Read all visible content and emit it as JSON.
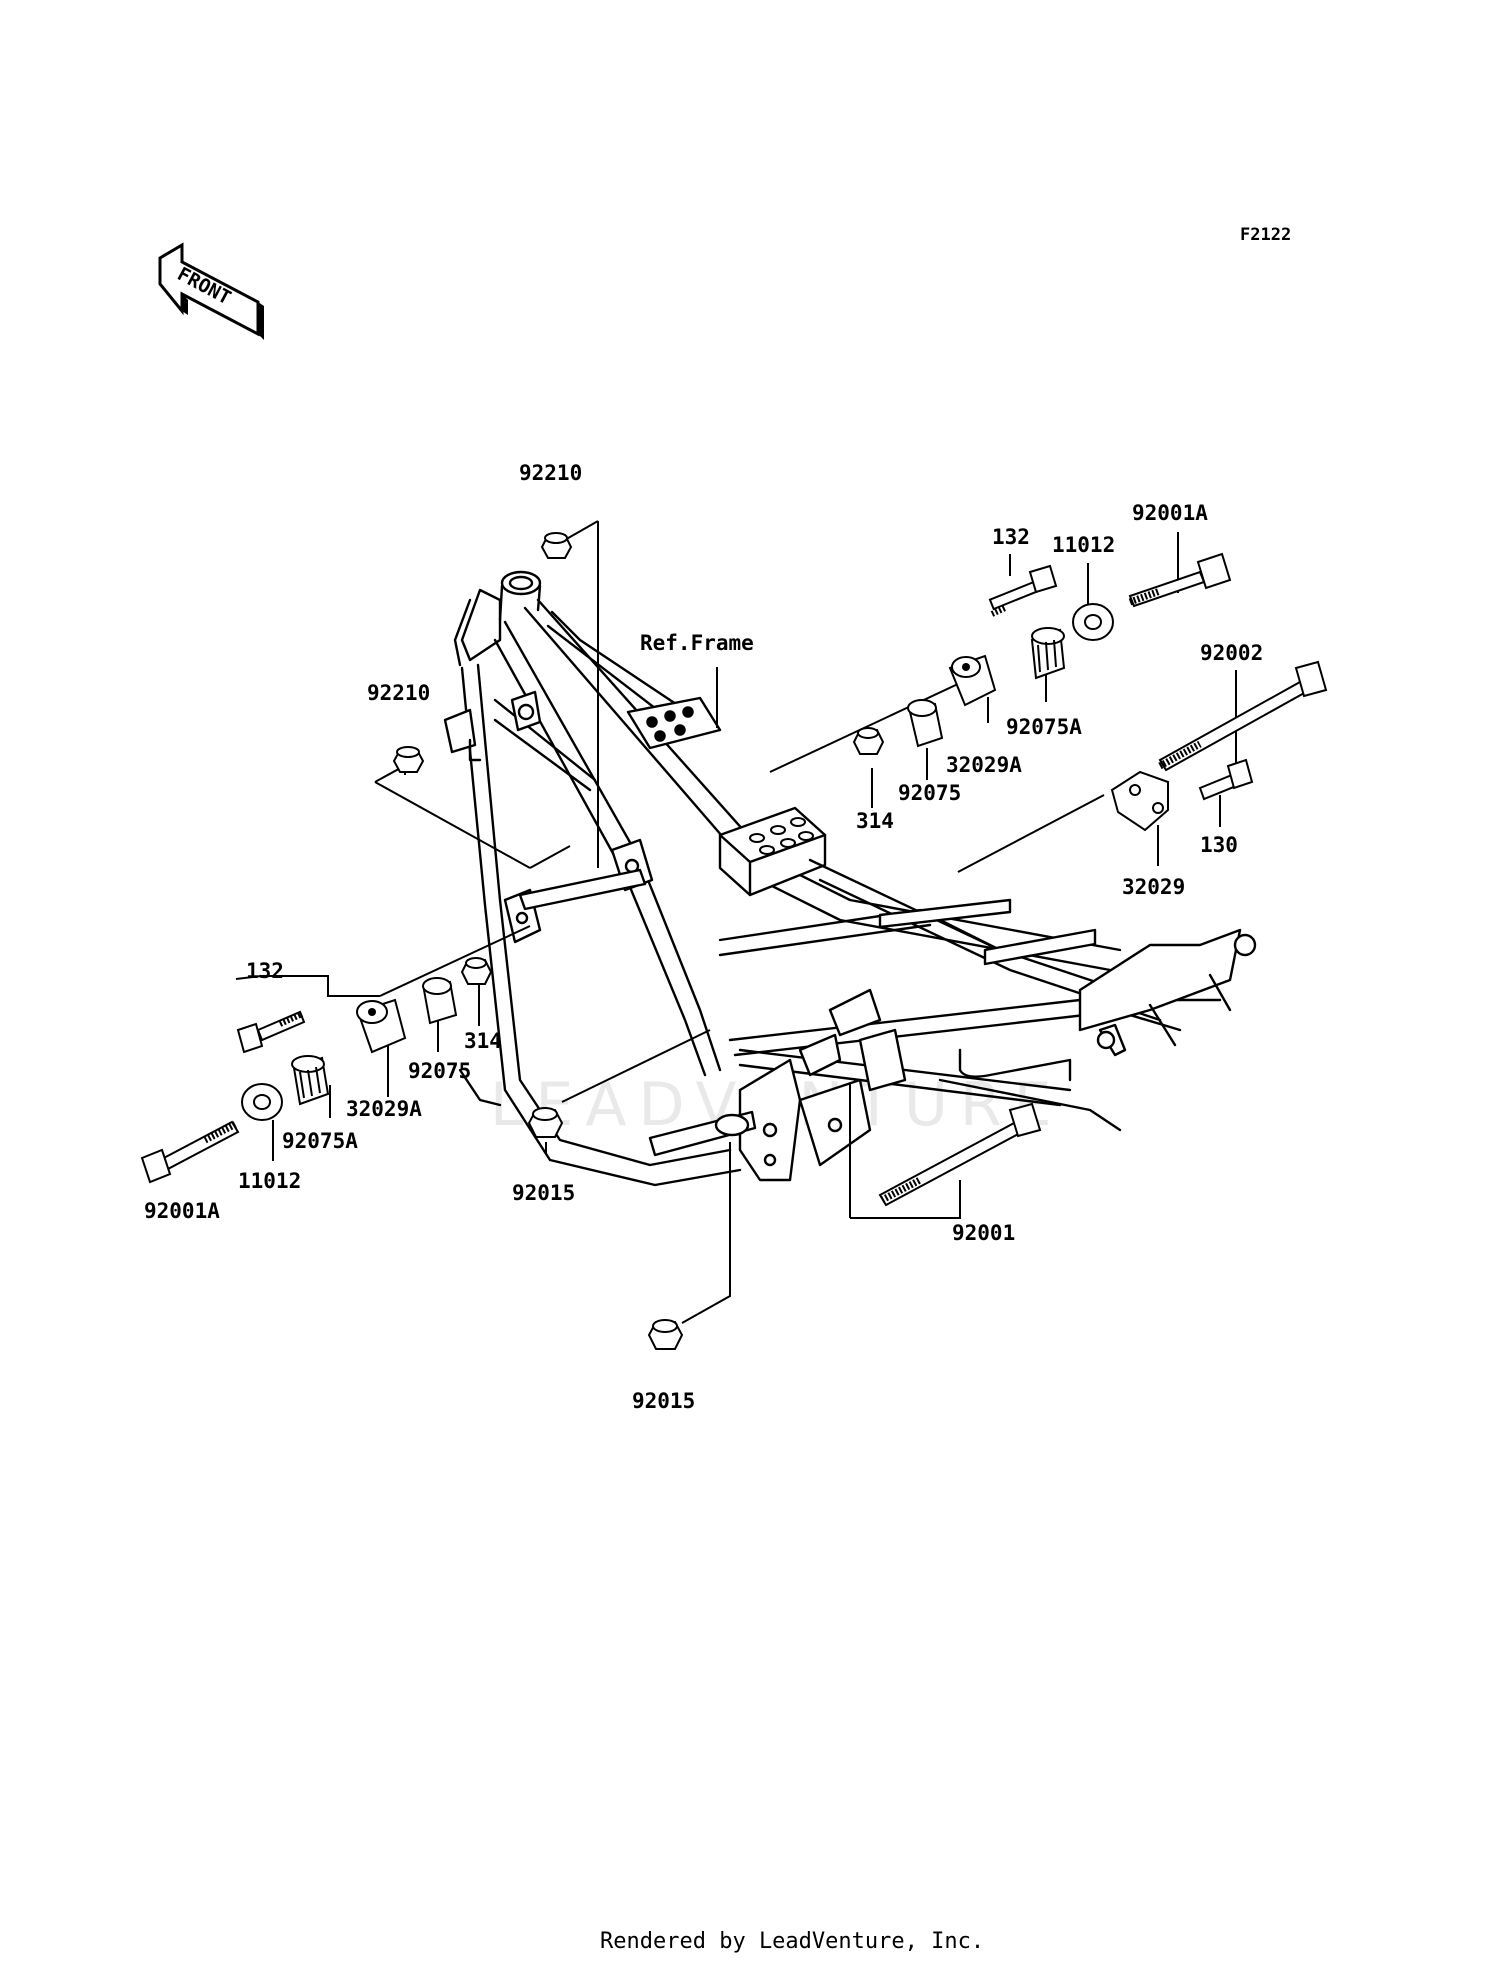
{
  "diagram_code": "F2122",
  "front_label": "FRONT",
  "ref_frame_label": "Ref.Frame",
  "watermark": "LEADVENTURE",
  "footer": "Rendered by LeadVenture, Inc.",
  "parts": {
    "p92210_top": "92210",
    "p92210_left": "92210",
    "p132_right": "132",
    "p11012_right": "11012",
    "p92001A_right": "92001A",
    "p92002": "92002",
    "p92075A_right": "92075A",
    "p32029A_right": "32029A",
    "p92075_right": "92075",
    "p314_right": "314",
    "p130": "130",
    "p32029": "32029",
    "p132_left": "132",
    "p314_left": "314",
    "p92075_left": "92075",
    "p32029A_left": "32029A",
    "p92075A_left": "92075A",
    "p11012_left": "11012",
    "p92001A_left": "92001A",
    "p92015_mid": "92015",
    "p92001": "92001",
    "p92015_bottom": "92015"
  }
}
